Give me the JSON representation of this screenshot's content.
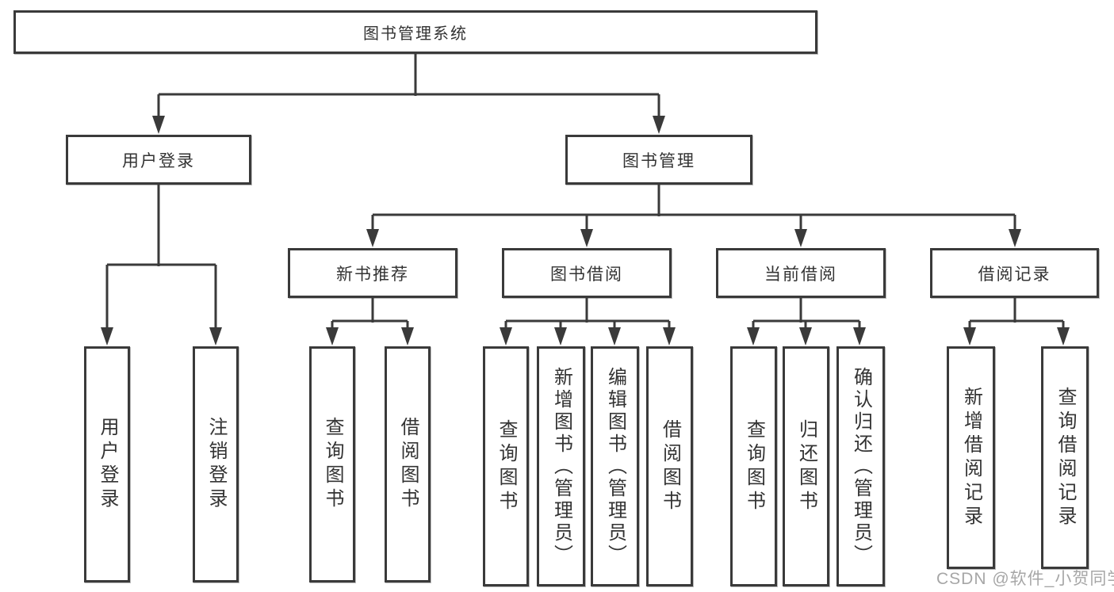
{
  "diagram": {
    "type": "hierarchy-tree",
    "colors": {
      "line": "#3a3a3a",
      "box_border": "#3a3a3a",
      "text": "#333333",
      "background": "#ffffff",
      "watermark": "#969696"
    }
  },
  "tree": {
    "root": {
      "label": "图书管理系统",
      "children": [
        {
          "label": "用户登录",
          "children": [
            {
              "label": "用户登录"
            },
            {
              "label": "注销登录"
            }
          ]
        },
        {
          "label": "图书管理",
          "children": [
            {
              "label": "新书推荐",
              "children": [
                {
                  "label": "查询图书"
                },
                {
                  "label": "借阅图书"
                }
              ]
            },
            {
              "label": "图书借阅",
              "children": [
                {
                  "label": "查询图书"
                },
                {
                  "label": "新增图书（管理员）"
                },
                {
                  "label": "编辑图书（管理员）"
                },
                {
                  "label": "借阅图书"
                }
              ]
            },
            {
              "label": "当前借阅",
              "children": [
                {
                  "label": "查询图书"
                },
                {
                  "label": "归还图书"
                },
                {
                  "label": "确认归还（管理员）"
                }
              ]
            },
            {
              "label": "借阅记录",
              "children": [
                {
                  "label": "新增借阅记录"
                },
                {
                  "label": "查询借阅记录"
                }
              ]
            }
          ]
        }
      ]
    }
  },
  "watermark": {
    "text": "CSDN @软件_小贺同学"
  }
}
